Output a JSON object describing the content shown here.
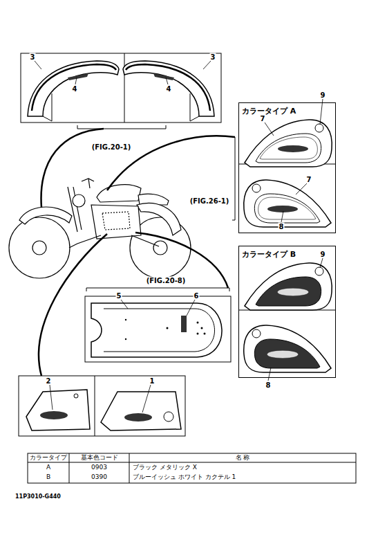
{
  "diagram": {
    "nodes": [
      {
        "text": [
          "カラータイプ A"
        ]
      },
      {
        "text": [
          "カラータイプ B"
        ]
      }
    ],
    "labels": [
      "3",
      "4",
      "3",
      "4",
      "(FIG.20-1)",
      "9",
      "7",
      "(FIG.26-1)",
      "7",
      "8",
      "9",
      "8",
      "(FIG.20-8)",
      "5",
      "6",
      "2",
      "1",
      "カラータイプ",
      "基本色コード",
      "名 称",
      "A",
      "0903",
      "ブラック メタリック X",
      "B",
      "0390",
      "ブルーイッシュ ホワイト カクテル 1",
      "11P3010-G440"
    ]
  }
}
